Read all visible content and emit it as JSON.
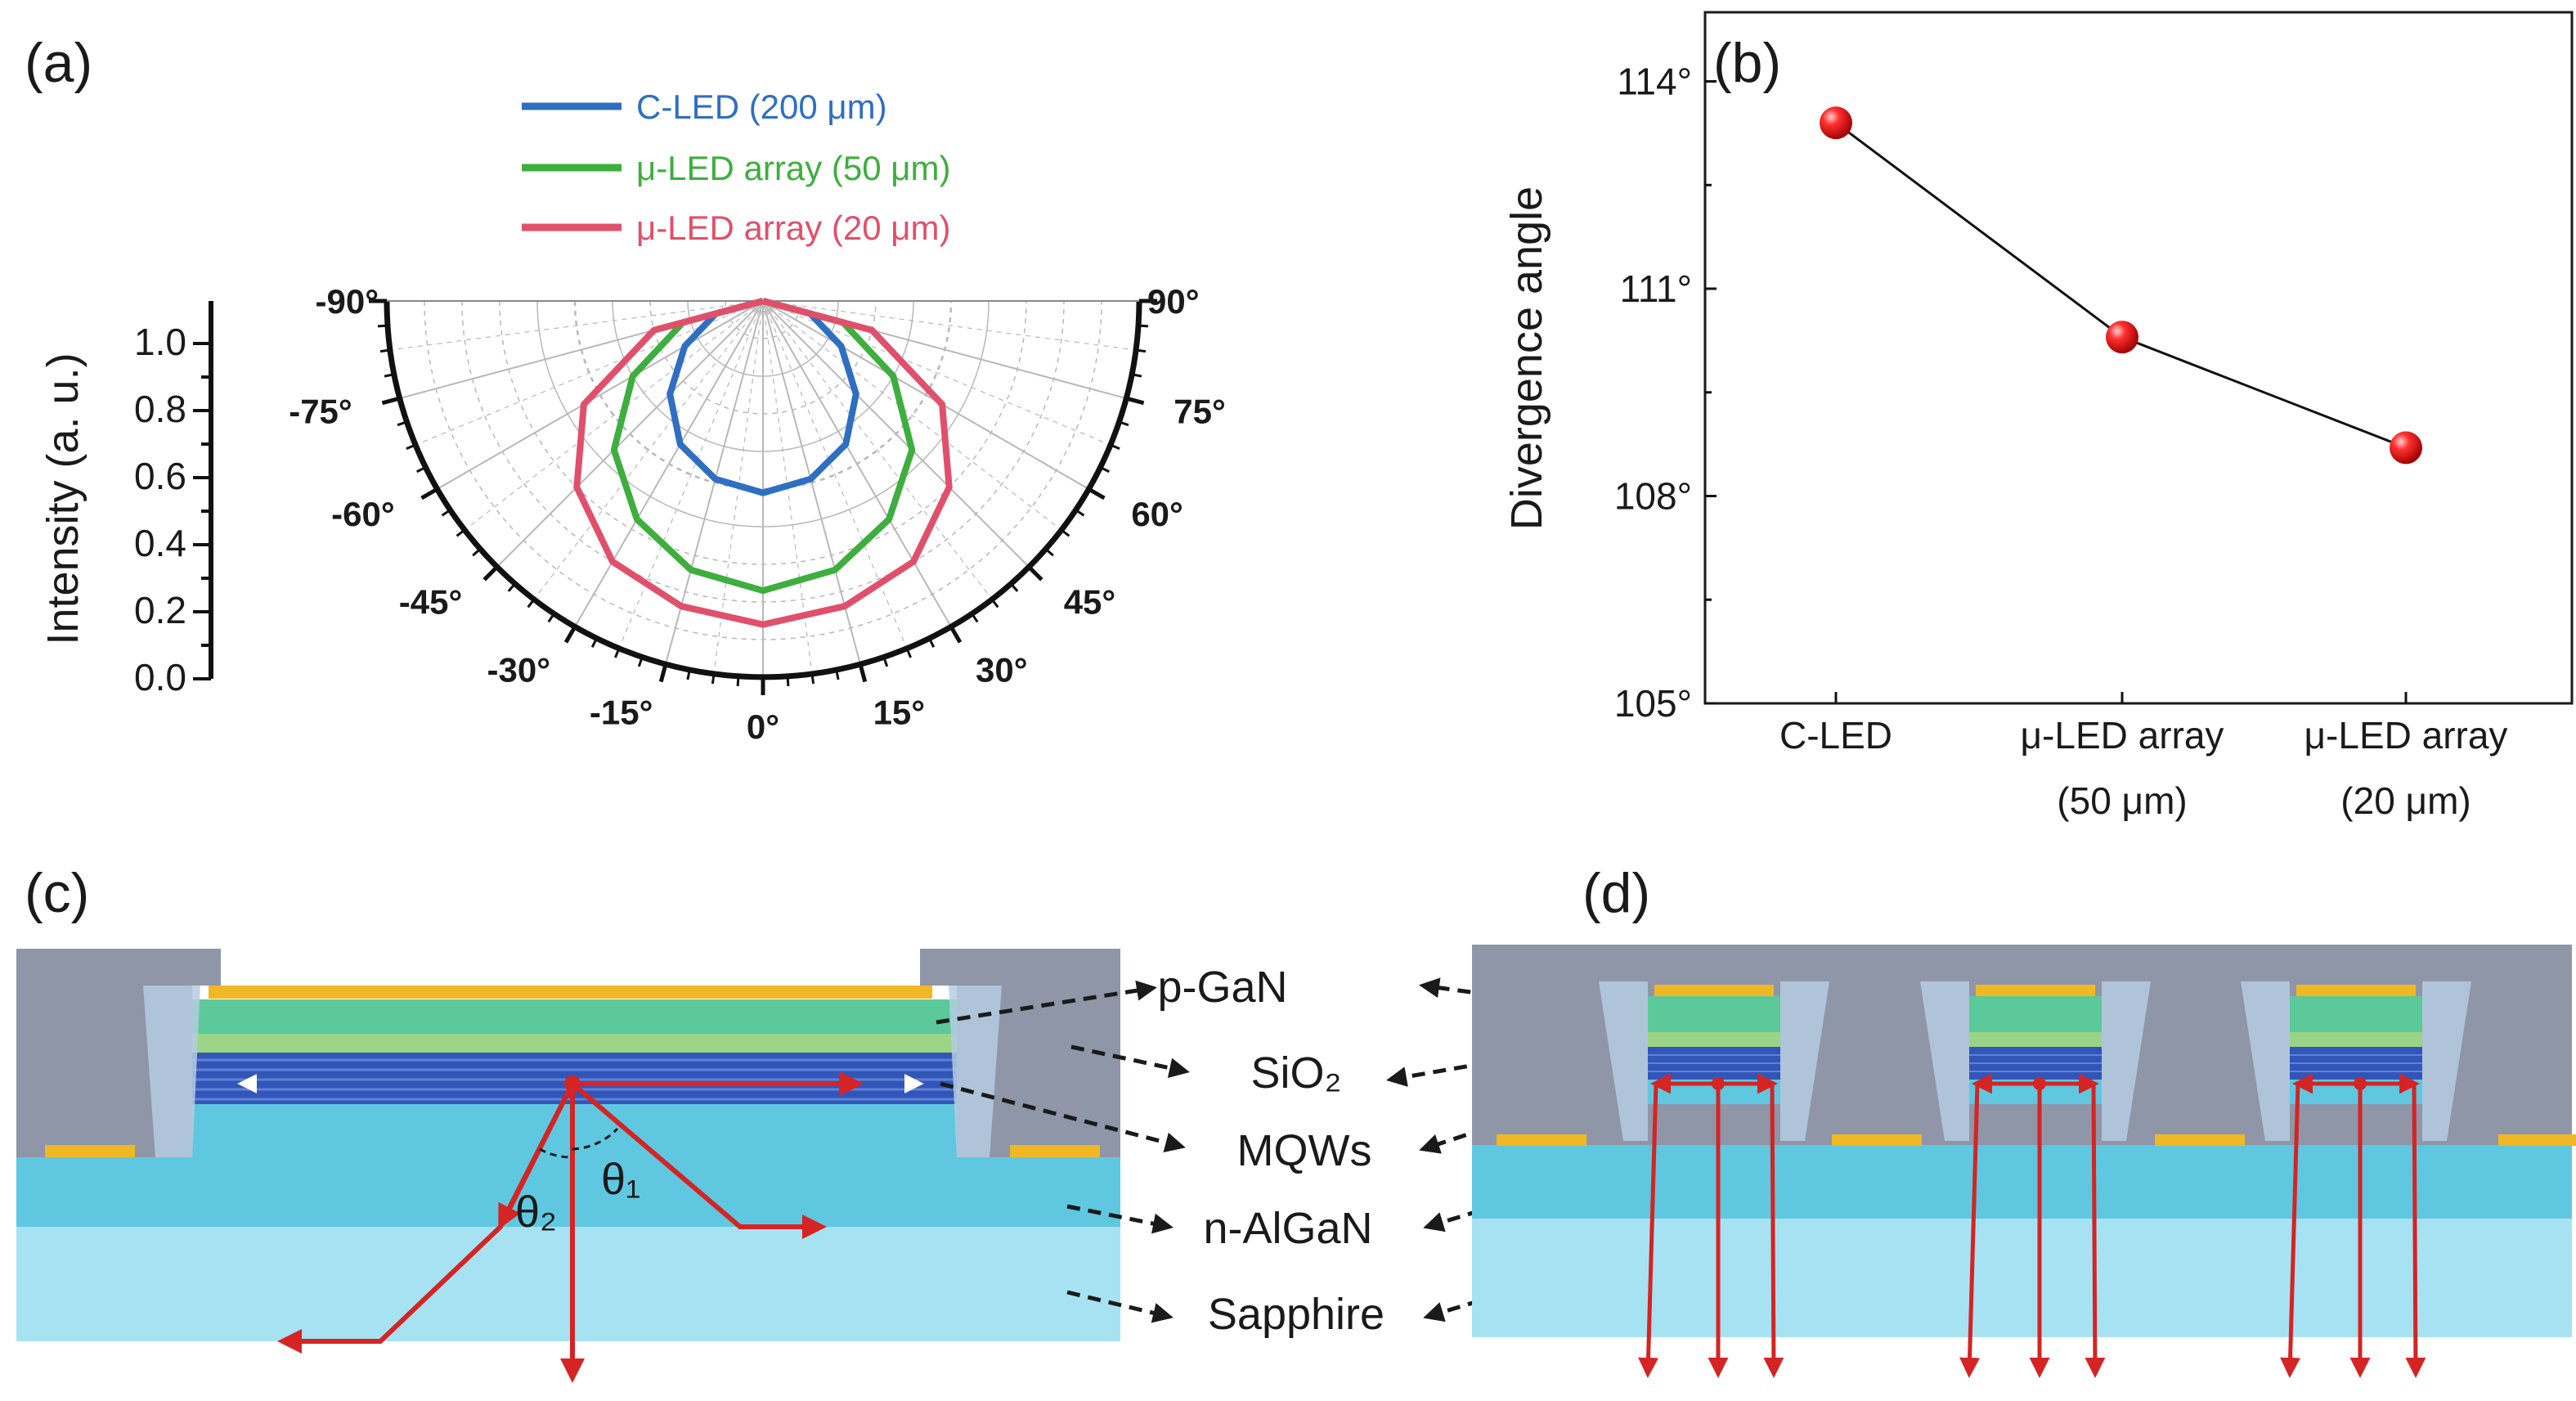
{
  "panel_labels": {
    "a": "(a)",
    "b": "(b)",
    "c": "(c)",
    "d": "(d)"
  },
  "colors": {
    "c_led": "#2f6fc2",
    "mu_led_50": "#3eae3e",
    "mu_led_20": "#e0506b",
    "marker": "#e01818",
    "arrow": "#d42424",
    "p_gan": "#5bc99a",
    "sio2_layer": "#9bd486",
    "mqw": "#3256b8",
    "n_algan": "#5fc8e0",
    "sapphire": "#a7e2f3",
    "passivation": "#8e96a8",
    "electrode": "#f0b825"
  },
  "chart_data": [
    {
      "type": "polar",
      "panel": "(a)",
      "ylabel": "Intensity (a. u.)",
      "radial_ticks": [
        "0.0",
        "0.2",
        "0.4",
        "0.6",
        "0.8",
        "1.0"
      ],
      "angle_ticks": [
        "-90°",
        "-75°",
        "-60°",
        "-45°",
        "-30°",
        "-15°",
        "0°",
        "15°",
        "30°",
        "45°",
        "60°",
        "75°",
        "90°"
      ],
      "angles": [
        -90,
        -75,
        -60,
        -45,
        -30,
        -15,
        0,
        15,
        30,
        45,
        60,
        75,
        90
      ],
      "series": [
        {
          "name": "C-LED (200 μm)",
          "values": [
            0.0,
            0.13,
            0.24,
            0.35,
            0.44,
            0.49,
            0.51,
            0.49,
            0.44,
            0.35,
            0.24,
            0.13,
            0.0
          ]
        },
        {
          "name": "μ-LED array (50 μm)",
          "values": [
            0.0,
            0.22,
            0.4,
            0.56,
            0.67,
            0.74,
            0.77,
            0.74,
            0.67,
            0.56,
            0.4,
            0.22,
            0.0
          ]
        },
        {
          "name": "μ-LED array (20 μm)",
          "values": [
            0.0,
            0.3,
            0.55,
            0.7,
            0.8,
            0.84,
            0.86,
            0.84,
            0.8,
            0.7,
            0.55,
            0.3,
            0.0
          ]
        }
      ],
      "rlim": [
        0,
        1.0
      ]
    },
    {
      "type": "line",
      "panel": "(b)",
      "ylabel": "Divergence angle",
      "categories": [
        [
          "C-LED"
        ],
        [
          "μ-LED array",
          "(50 μm)"
        ],
        [
          "μ-LED array",
          "(20 μm)"
        ]
      ],
      "series": [
        {
          "values": [
            113.4,
            110.3,
            108.7
          ]
        }
      ],
      "ylim": [
        105,
        115
      ],
      "yticks": [
        105,
        108,
        111,
        114
      ],
      "ytick_labels": [
        "105°",
        "108°",
        "111°",
        "114°"
      ]
    }
  ],
  "diagram": {
    "layer_labels": {
      "p_gan": "p-GaN",
      "sio2": "SiO₂",
      "mqws": "MQWs",
      "n_algan": "n-AlGaN",
      "sapphire": "Sapphire"
    },
    "angle_labels": {
      "theta2": "θ₂",
      "theta1": "θ₁"
    }
  }
}
